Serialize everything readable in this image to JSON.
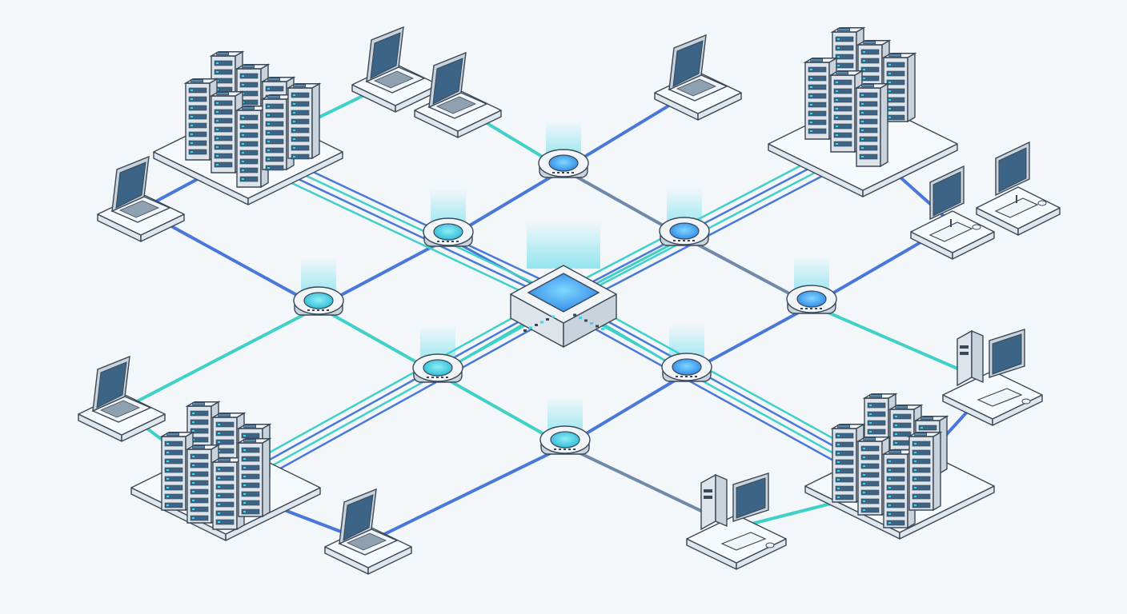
{
  "palette": {
    "background": "#f3f7fa",
    "outline": "#3a4756",
    "device_top": "#f2f5f8",
    "device_side_left": "#dde4ea",
    "device_side_right": "#c9d3dc",
    "screen": "#3c6486",
    "screen_light": "#5b88ad",
    "glow_blue": "#3f9cf5",
    "glow_cyan": "#43d6e8",
    "link_blue": "#4a78d8",
    "link_cyan": "#3fd0c7",
    "link_slate": "#6f8aa8",
    "platform_top": "#f7fafc",
    "platform_side": "#dfe6ec"
  },
  "icons": [
    "core-switch-icon",
    "network-switch-icon",
    "server-rack-icon",
    "laptop-icon",
    "desktop-workstation-icon",
    "tower-workstation-icon"
  ],
  "nodes": {
    "core_switch": {
      "kind": "core-switch"
    },
    "hubs": [
      {
        "id": "hub-top"
      },
      {
        "id": "hub-upper-left"
      },
      {
        "id": "hub-upper-right"
      },
      {
        "id": "hub-left"
      },
      {
        "id": "hub-right"
      },
      {
        "id": "hub-lower-left"
      },
      {
        "id": "hub-lower-right"
      },
      {
        "id": "hub-bottom"
      }
    ],
    "server_clusters": [
      {
        "id": "servers-top-left",
        "racks": 8
      },
      {
        "id": "servers-top-right",
        "racks": 6
      },
      {
        "id": "servers-bottom-left",
        "racks": 7
      },
      {
        "id": "servers-bottom-right",
        "racks": 7
      }
    ],
    "laptops": [
      {
        "id": "laptop-top-1"
      },
      {
        "id": "laptop-top-2"
      },
      {
        "id": "laptop-top-right"
      },
      {
        "id": "laptop-left"
      },
      {
        "id": "laptop-lower-left"
      },
      {
        "id": "laptop-bottom"
      }
    ],
    "workstations": [
      {
        "id": "desktop-right-1",
        "kind": "desktop"
      },
      {
        "id": "desktop-right-2",
        "kind": "desktop"
      },
      {
        "id": "tower-right",
        "kind": "tower"
      },
      {
        "id": "tower-bottom",
        "kind": "tower"
      }
    ]
  }
}
